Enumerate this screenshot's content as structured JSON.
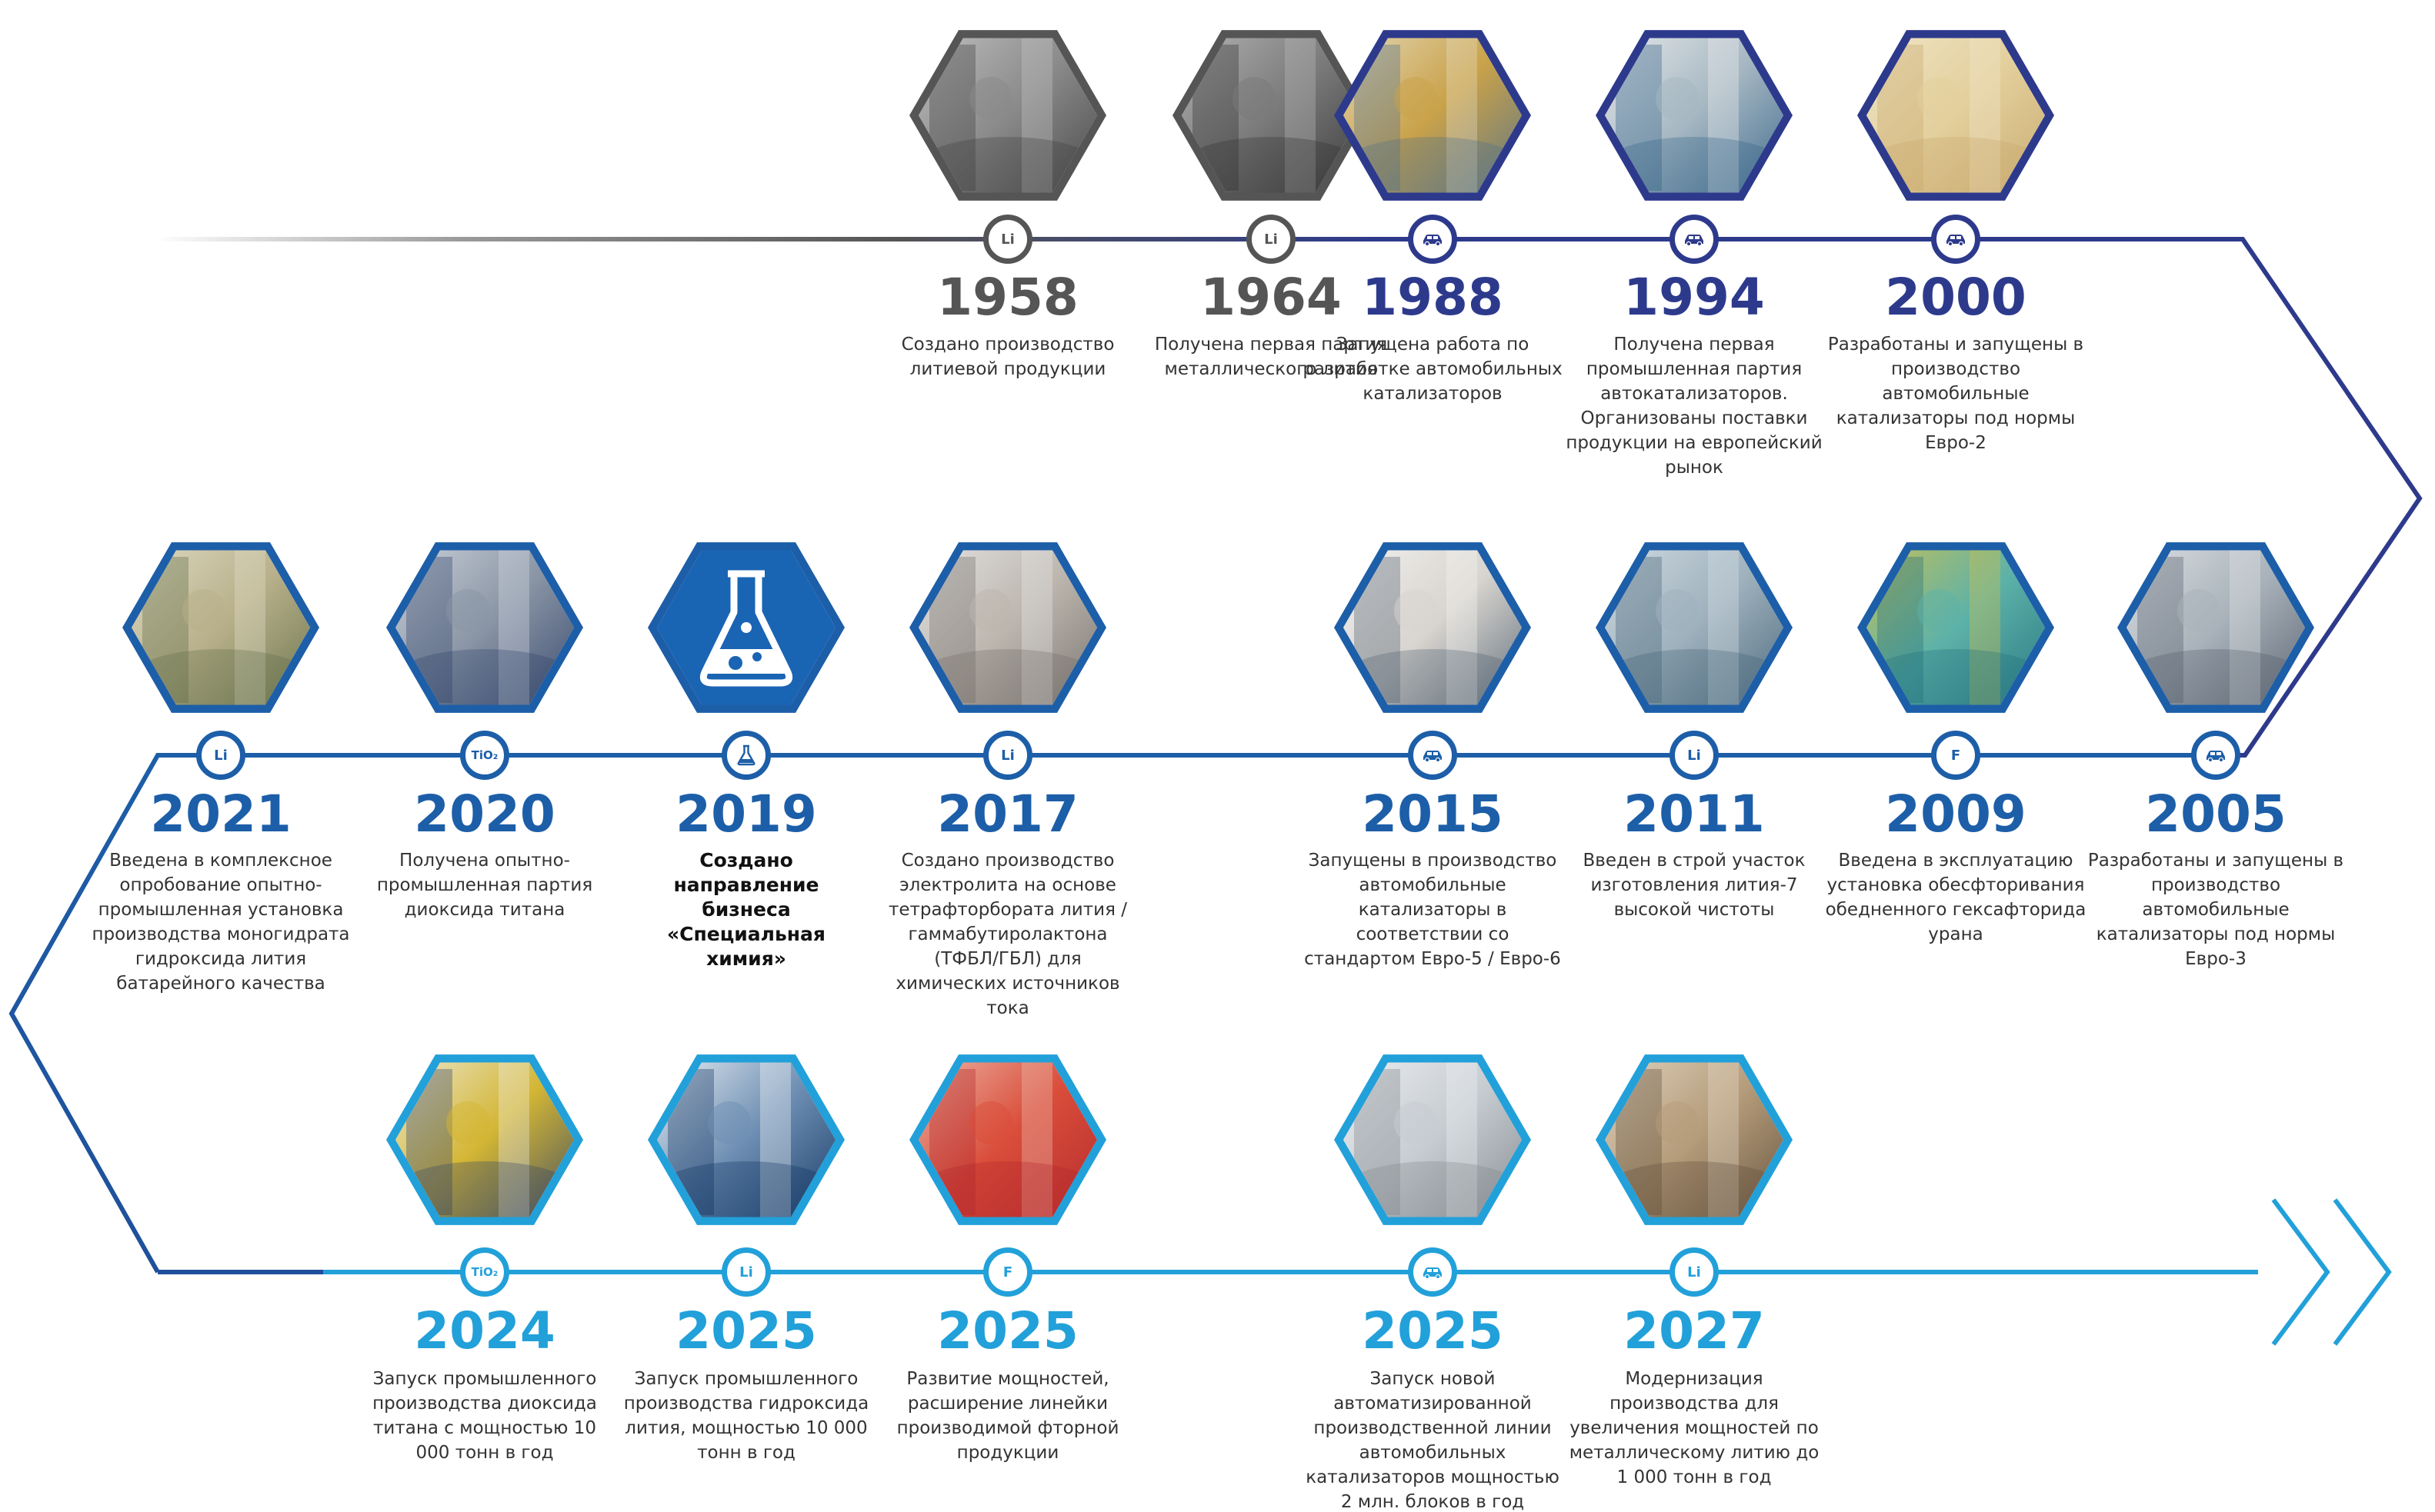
{
  "colors": {
    "gray": "#555555",
    "navy": "#2d3a8c",
    "mid_blue": "#1d5ea8",
    "light_blue": "#22a0d9",
    "chem_blue": "#1a64b4"
  },
  "milestones": [
    {
      "id": "m1958",
      "year": "1958",
      "node": "Li",
      "node_type": "text",
      "row": "top",
      "color": "gray",
      "hex": "photo-factory-hall-bw",
      "desc": "Создано производство литиевой продукции",
      "bold": false
    },
    {
      "id": "m1964",
      "year": "1964",
      "node": "Li",
      "node_type": "text",
      "row": "top",
      "color": "gray",
      "hex": "photo-workers-bw",
      "desc": "Получена первая партия металлического лития",
      "bold": false
    },
    {
      "id": "m1988",
      "year": "1988",
      "node": "",
      "node_type": "car",
      "row": "top",
      "color": "navy",
      "hex": "photo-production-line",
      "desc": "Запущена работа по разработке автомобильных катализаторов",
      "bold": false
    },
    {
      "id": "m1994",
      "year": "1994",
      "node": "",
      "node_type": "car",
      "row": "top",
      "color": "navy",
      "hex": "photo-lab-worker",
      "desc": "Получена первая промышленная партия автокатализаторов. Организованы поставки продукции на европейский рынок",
      "bold": false
    },
    {
      "id": "m2000",
      "year": "2000",
      "node": "",
      "node_type": "car",
      "row": "top",
      "color": "navy",
      "hex": "photo-catalyst-blocks",
      "desc": "Разработаны и запущены в производство автомобильные катализаторы под нормы Евро-2",
      "bold": false
    },
    {
      "id": "m2021",
      "year": "2021",
      "node": "Li",
      "node_type": "text",
      "row": "mid",
      "color": "mid_blue",
      "hex": "photo-pilot-plant",
      "desc": "Введена в комплексное опробование опытно-промышленная установка производства моногидрата гидроксида лития батарейного качества",
      "bold": false
    },
    {
      "id": "m2020",
      "year": "2020",
      "node": "TiO₂",
      "node_type": "text",
      "row": "mid",
      "color": "mid_blue",
      "hex": "photo-engineer",
      "desc": "Получена опытно-промышленная партия диоксида титана",
      "bold": false
    },
    {
      "id": "m2019",
      "year": "2019",
      "node": "",
      "node_type": "flask",
      "row": "mid",
      "color": "mid_blue",
      "hex": "flask-icon-hex",
      "desc": "Создано направление бизнеса «Специальная химия»",
      "bold": true
    },
    {
      "id": "m2017",
      "year": "2017",
      "node": "Li",
      "node_type": "text",
      "row": "mid",
      "color": "mid_blue",
      "hex": "photo-cleanroom",
      "desc": "Создано производство электролита на основе тетрафторбората лития / гаммабутиролактона (ТФБЛ/ГБЛ) для химических источников тока",
      "bold": false
    },
    {
      "id": "m2015",
      "year": "2015",
      "node": "",
      "node_type": "car",
      "row": "mid",
      "color": "mid_blue",
      "hex": "photo-operator",
      "desc": "Запущены в производство автомобильные катализаторы в соответствии со стандартом Евро-5 / Евро-6",
      "bold": false
    },
    {
      "id": "m2011",
      "year": "2011",
      "node": "Li",
      "node_type": "text",
      "row": "mid",
      "color": "mid_blue",
      "hex": "photo-workshop",
      "desc": "Введен в строй участок изготовления лития-7 высокой чистоты",
      "bold": false
    },
    {
      "id": "m2009",
      "year": "2009",
      "node": "F",
      "node_type": "text",
      "row": "mid",
      "color": "mid_blue",
      "hex": "photo-centrifuge-hall",
      "desc": "Введена в эксплуатацию установка обесфторивания обедненного гексафторида урана",
      "bold": false
    },
    {
      "id": "m2005",
      "year": "2005",
      "node": "",
      "node_type": "car",
      "row": "mid",
      "color": "mid_blue",
      "hex": "photo-exhaust-pipes",
      "desc": "Разработаны и запущены в производство автомобильные катализаторы под нормы Евро-3",
      "bold": false
    },
    {
      "id": "m2024",
      "year": "2024",
      "node": "TiO₂",
      "node_type": "text",
      "row": "bottom",
      "color": "light_blue",
      "hex": "photo-lab-sample",
      "desc": "Запуск промышленного производства диоксида титана с мощностью 10 000 тонн в год",
      "bold": false
    },
    {
      "id": "m2025a",
      "year": "2025",
      "node": "Li",
      "node_type": "text",
      "row": "bottom",
      "color": "light_blue",
      "hex": "photo-white-powder",
      "desc": "Запуск промышленного производства гидроксида лития, мощностью 10 000 тонн в год",
      "bold": false
    },
    {
      "id": "m2025b",
      "year": "2025",
      "node": "F",
      "node_type": "text",
      "row": "bottom",
      "color": "light_blue",
      "hex": "photo-test-tubes",
      "desc": "Развитие мощностей, расширение линейки производимой фторной продукции",
      "bold": false
    },
    {
      "id": "m2025c",
      "year": "2025",
      "node": "",
      "node_type": "car",
      "row": "bottom",
      "color": "light_blue",
      "hex": "photo-exhaust-manifold",
      "desc": "Запуск новой автоматизированной производственной линии автомобильных катализаторов мощностью 2 млн. блоков в год",
      "bold": false
    },
    {
      "id": "m2027",
      "year": "2027",
      "node": "Li",
      "node_type": "text",
      "row": "bottom",
      "color": "light_blue",
      "hex": "photo-protective-suits",
      "desc": "Модернизация производства для увеличения мощностей по металлическому литию до 1 000 тонн в год",
      "bold": false
    }
  ]
}
